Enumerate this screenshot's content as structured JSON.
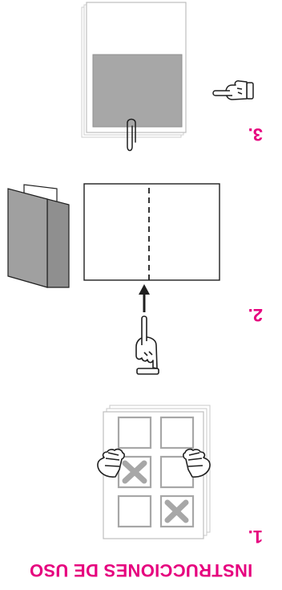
{
  "title": "INSTRUCCIONES DE USO",
  "steps": [
    {
      "number": "1.",
      "illustration": "sheet-with-cut-out-panels"
    },
    {
      "number": "2.",
      "illustration": "fold-along-dotted-line"
    },
    {
      "number": "3.",
      "illustration": "stack-with-paperclip"
    }
  ],
  "colors": {
    "accent": "#e6007e",
    "panel_gray": "#a7a7a7",
    "line": "#1f1f1f"
  }
}
